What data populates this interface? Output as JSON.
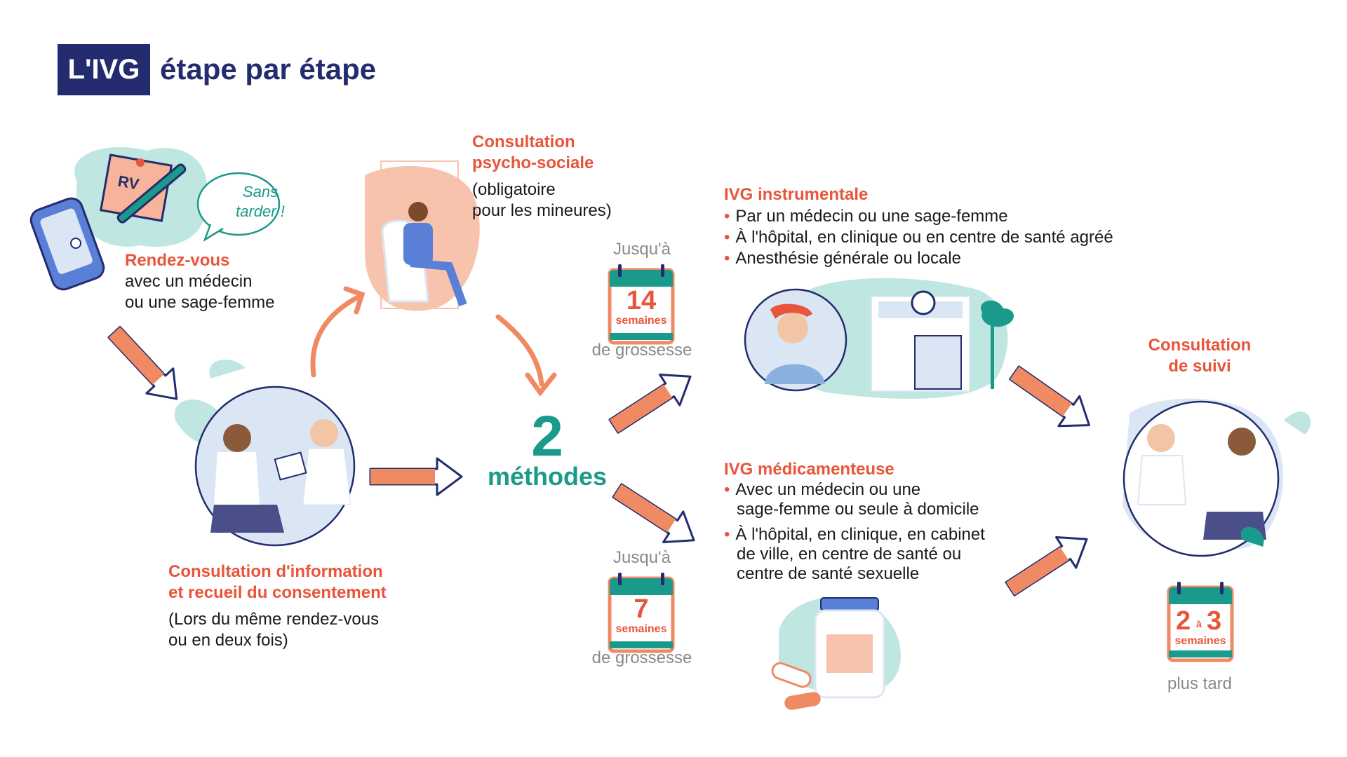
{
  "title": {
    "badge": "L'IVG",
    "rest": "étape par étape"
  },
  "rdv": {
    "bubble_line1": "Sans",
    "bubble_line2": "tarder !",
    "note": "RV",
    "heading": "Rendez-vous",
    "line1": "avec un médecin",
    "line2": "ou une sage-femme"
  },
  "psycho": {
    "heading1": "Consultation",
    "heading2": "psycho-sociale",
    "line1": "(obligatoire",
    "line2": "pour les mineures)"
  },
  "info": {
    "heading1": "Consultation d'information",
    "heading2": "et recueil du consentement",
    "line1": "(Lors du même rendez-vous",
    "line2": "ou en deux fois)"
  },
  "methods": {
    "number": "2",
    "label": "méthodes"
  },
  "limit14": {
    "prefix": "Jusqu'à",
    "number": "14",
    "unit": "semaines",
    "suffix": "de grossesse"
  },
  "limit7": {
    "prefix": "Jusqu'à",
    "number": "7",
    "unit": "semaines",
    "suffix": "de grossesse"
  },
  "instrumentale": {
    "heading": "IVG instrumentale",
    "bullets": [
      "Par un médecin ou une sage-femme",
      "À l'hôpital, en clinique ou en centre de santé agréé",
      "Anesthésie générale ou locale"
    ]
  },
  "medicamenteuse": {
    "heading": "IVG médicamenteuse",
    "b1_line1": "Avec un médecin ou une",
    "b1_line2": "sage-femme ou seule à domicile",
    "b2_line1": "À l'hôpital, en clinique, en cabinet",
    "b2_line2": "de ville, en centre de santé ou",
    "b2_line3": "centre de santé sexuelle"
  },
  "suivi": {
    "heading1": "Consultation",
    "heading2": "de suivi",
    "num_from": "2",
    "joiner": "à",
    "num_to": "3",
    "unit": "semaines",
    "suffix": "plus tard"
  },
  "colors": {
    "navy": "#232c6e",
    "orange": "#e8553a",
    "teal": "#1a9a8a",
    "salmon": "#f08a63",
    "mint": "#bfe6e0",
    "blue_light": "#dbe6f5"
  }
}
